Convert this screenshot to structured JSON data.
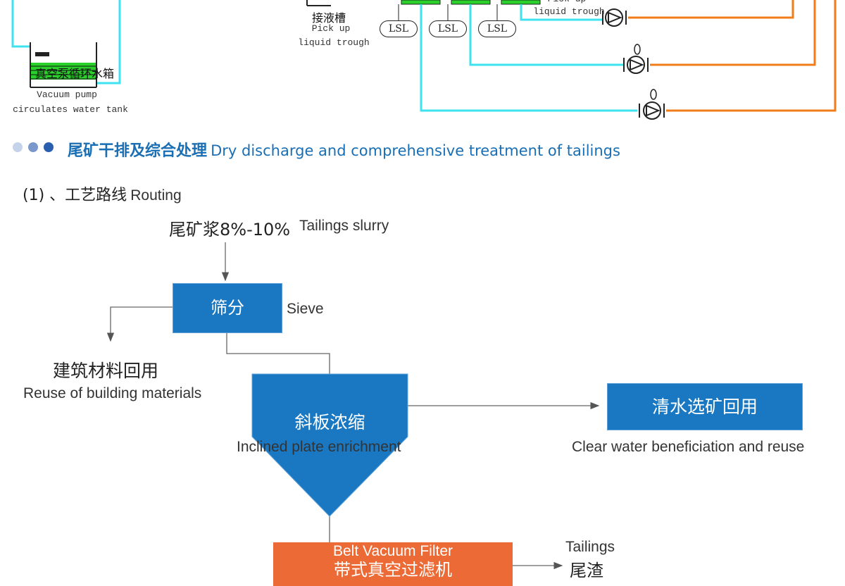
{
  "top_diagram": {
    "tank_label_zh": "真空泵循环水箱",
    "tank_label_en_1": "Vacuum pump",
    "tank_label_en_2": "circulates water tank",
    "trough_zh": "接液槽",
    "trough_en_1": "Pick up",
    "trough_en_2": "liquid trough",
    "trough2_en_1": "Pick up",
    "trough2_en_2": "liquid trough",
    "lsl_labels": [
      "LSL",
      "LSL",
      "LSL"
    ],
    "colors": {
      "water": "#3fe3f0",
      "orange": "#f07d1a",
      "green": "#2bd12b"
    }
  },
  "section": {
    "title_zh": "尾矿干排及综合处理",
    "title_en": "Dry discharge and comprehensive treatment of tailings",
    "dots": [
      "#c5d3ea",
      "#7b98cc",
      "#2a5fb0"
    ]
  },
  "routing": {
    "heading_zh": "(1) 、工艺路线",
    "heading_en": "Routing"
  },
  "flow": {
    "input_zh": "尾矿浆8%-10%",
    "input_en": "Tailings slurry",
    "sieve_zh": "筛分",
    "sieve_en": "Sieve",
    "building_zh": "建筑材料回用",
    "building_en": "Reuse of building materials",
    "enrich_zh": "斜板浓缩",
    "enrich_en": "Inclined plate enrichment",
    "clearwater_zh": "清水选矿回用",
    "clearwater_en": "Clear water beneficiation and reuse",
    "filter_en": "Belt Vacuum Filter",
    "filter_zh": "带式真空过滤机",
    "tailings_en": "Tailings",
    "tailings_zh": "尾渣",
    "colors": {
      "blue": "#1a78c2",
      "orange": "#ec6a35"
    }
  }
}
